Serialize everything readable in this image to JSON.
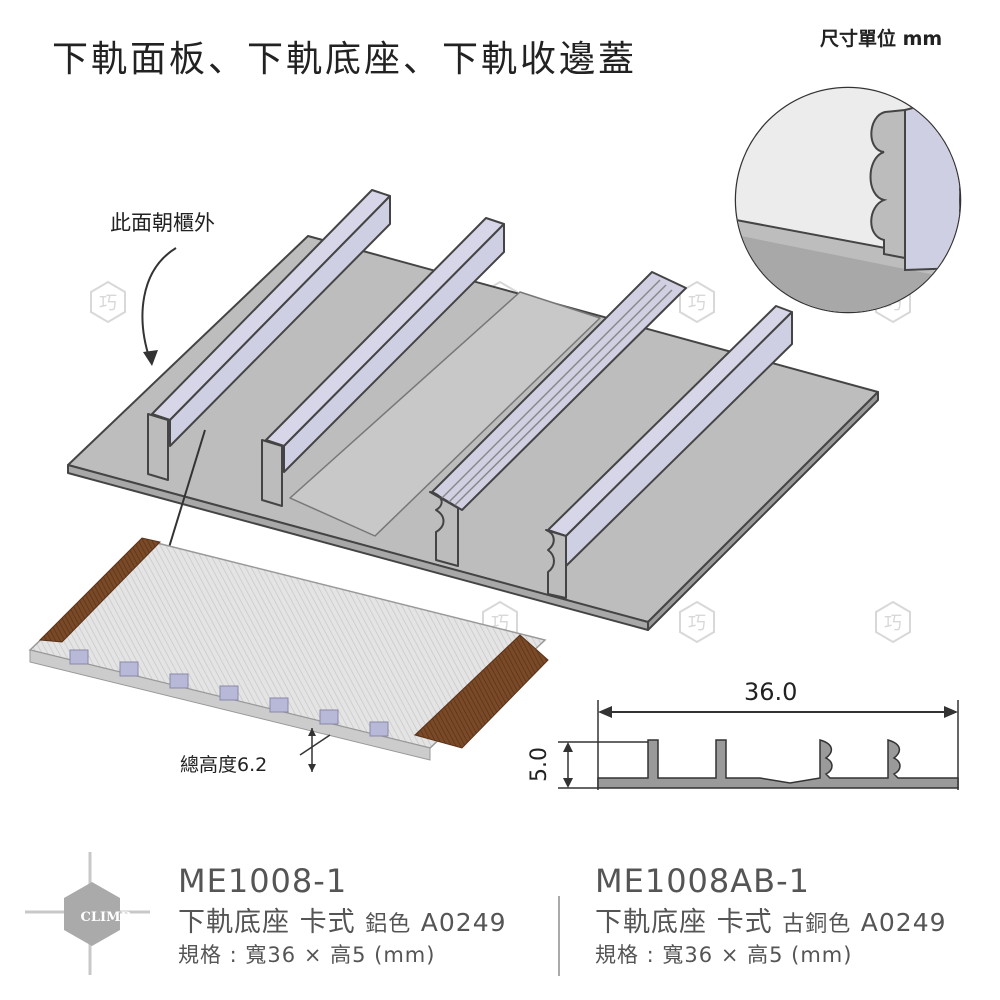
{
  "title": "下軌面板、下軌底座、下軌收邊蓋",
  "unit_note": "尺寸單位 mm",
  "callouts": {
    "outside_face": "此面朝櫃外",
    "total_height": "總高度6.2"
  },
  "dimensions": {
    "width": "36.0",
    "height": "5.0"
  },
  "watermark": {
    "glyph": "巧"
  },
  "brand_logo": {
    "text": "CLIMB"
  },
  "products": [
    {
      "code": "ME1008-1",
      "name": "下軌底座 卡式",
      "finish": "鋁色",
      "color_code": "A0249",
      "spec": "規格 : 寬36 × 高5 (mm)"
    },
    {
      "code": "ME1008AB-1",
      "name": "下軌底座 卡式",
      "finish": "古銅色",
      "color_code": "A0249",
      "spec": "規格 : 寬36 × 高5 (mm)"
    }
  ],
  "colors": {
    "profile_face": "#bcbcbc",
    "profile_side": "#cfcfe3",
    "profile_inner": "#dcdcec",
    "bronze": "#7a4a28",
    "text": "#555555"
  }
}
